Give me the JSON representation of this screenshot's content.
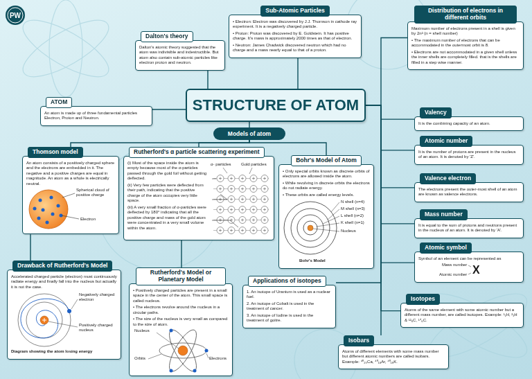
{
  "diagram": {
    "nodes": [
      {
        "text": [
          "Sub-Atomic Particles",
          "• Electron: Electron was discovered by J.J. Thomson in cathode ray experiment. It is a negatively charged particle.",
          "• Proton: Proton was discovered by E. Goldstein. It has positive charge. It's mass is approximately 2000 times as that of electron.",
          "• Neutron: James Chadwick discovered neutron which had no charge and a mass nearly equal to that of a proton."
        ]
      },
      {
        "text": [
          "Dalton's theory",
          "Dalton's atomic theory suggested that the atom was indivisible and indestructible. But atom also contain sub-atomic particles like electron proton and neutron."
        ]
      },
      {
        "text": [
          "Distribution of electrons in different orbits",
          "Maximum number of electrons present in a shell is given by 2n² (n = shell number)",
          "• The maximum number of electrons that can be accommodated in the outermost orbit is 8.",
          "• Electrons are not accommodated in a given shell unless the inner shells are completely filled. that is the shells are filled in a step wise manner."
        ]
      },
      {
        "text": [
          "ATOM",
          "An atom is made up of three fundamental particles Electron, Proton and Neutron."
        ]
      },
      {
        "text": [
          "STRUCTURE OF ATOM"
        ]
      },
      {
        "text": [
          "Valency",
          "It is the combining capacity of an atom."
        ]
      },
      {
        "text": [
          "Models of atom"
        ]
      },
      {
        "text": [
          "Thomson model",
          "An atom consists of a positively charged sphere and the electrons are embedded in it. The negative and a positive charges are equal in magnitude. An atom as a whole is electrically neutral."
        ]
      },
      {
        "text": [
          "Rutherford's α particle scattering experiment",
          "(i) Most of the space inside the atom is empty because most of the α-particles passed through the gold foil without getting deflected.",
          "(ii) Very few particles were deflected from their path, indicating that the positive charge of the atom occupies very little space.",
          "(iii) A very small fraction of α-particles were deflected by 180° indicating that all the positive charge and mass of the gold atom were concentrated in a very small volume within the atom."
        ]
      },
      {
        "text": [
          "Bohr's Model of Atom",
          "• Only special orbits known as discrete orbits of electrons are allowed inside the atom.",
          "• While revolving in discrete orbits the electrons do not radiate energy.",
          "• These orbits are called energy levels."
        ]
      },
      {
        "text": [
          "Atomic number",
          "It is the number of protons are present in the nucleus of an atom. It is denoted by 'Z'."
        ]
      },
      {
        "text": [
          "Valence electron",
          "The electrons present the outer-most shell of an atom are known as valence electrons."
        ]
      },
      {
        "text": [
          "Mass number",
          "It is equal to the sum of protons and neutrons present in the nucleus of an atom. It is denoted by 'A'."
        ]
      },
      {
        "text": [
          "Atomic symbol",
          "Symbol of an element can be represented as"
        ]
      },
      {
        "text": [
          "Drawback of Rutherford's Model",
          "Accelerated charged particle (electron) must continuously radiate energy and finally fall into the nucleus but actually it is not the case."
        ]
      },
      {
        "text": [
          "Rutherford's Model or Planetary Model",
          "• Positively charged particles are present in a small space in the center of the atom. This small space is called nucleus.",
          "• The electrons revolve around the nucleus in a circular paths.",
          "• The size of the nucleus is very small as compared to the size of atom."
        ]
      },
      {
        "text": [
          "Applications of isotopes",
          "1. An isotope of Uranium is used as a nuclear fuel.",
          "2. An isotope of Cobalt is used in the treatment of cancer.",
          "3. An isotope of Iodine is used in the treatment of goitre."
        ]
      },
      {
        "text": [
          "Isotopes",
          "Atoms of the same element with some atomic number but a different mass number, are called isotopes. Example: ¹₁H, ²₁H & ¹²₆C, ¹⁴₆C."
        ]
      },
      {
        "text": [
          "Isobars",
          "Atoms of different elements with some mass number but different atomic numbers are called isobars. Example: ⁴⁰₂₀Ca, ⁴⁰₁₈Ar, ⁴⁰₁₉K."
        ]
      }
    ],
    "edges": [
      {
        "from": 4,
        "to": 0,
        "arrow": "none"
      },
      {
        "from": 4,
        "to": 1,
        "arrow": "none"
      },
      {
        "from": 4,
        "to": 3,
        "arrow": "none"
      },
      {
        "from": 4,
        "to": 6,
        "arrow": "none"
      },
      {
        "from": 4,
        "to": 2,
        "arrow": "none"
      },
      {
        "from": 4,
        "to": 5,
        "arrow": "none"
      },
      {
        "from": 4,
        "to": 10,
        "arrow": "none"
      },
      {
        "from": 4,
        "to": 11,
        "arrow": "none"
      },
      {
        "from": 4,
        "to": 12,
        "arrow": "none"
      },
      {
        "from": 4,
        "to": 13,
        "arrow": "none"
      },
      {
        "from": 4,
        "to": 17,
        "arrow": "none"
      },
      {
        "from": 4,
        "to": 16,
        "arrow": "none"
      },
      {
        "from": 4,
        "to": 18,
        "arrow": "none"
      },
      {
        "from": 6,
        "to": 7,
        "arrow": "none"
      },
      {
        "from": 6,
        "to": 8,
        "arrow": "none"
      },
      {
        "from": 6,
        "to": 9,
        "arrow": "none"
      },
      {
        "from": 7,
        "to": 14,
        "arrow": "none"
      },
      {
        "from": 8,
        "to": 15,
        "arrow": "none"
      }
    ],
    "labels": [
      "PW",
      "Spherical cloud of positive charge",
      "Electron",
      "Gold particles",
      "α- particles",
      "N shell (n=4)",
      "M shell (n=3)",
      "L shell (n=2)",
      "K shell (n=1)",
      "Nucleus",
      "Bohr's Model",
      "Negatively charged electron",
      "Positively charged nucleus",
      "Diagram showing the atom losing energy",
      "Nucleus",
      "Orbits",
      "Electrons",
      "Mass number",
      "Atomic number",
      "X"
    ]
  }
}
